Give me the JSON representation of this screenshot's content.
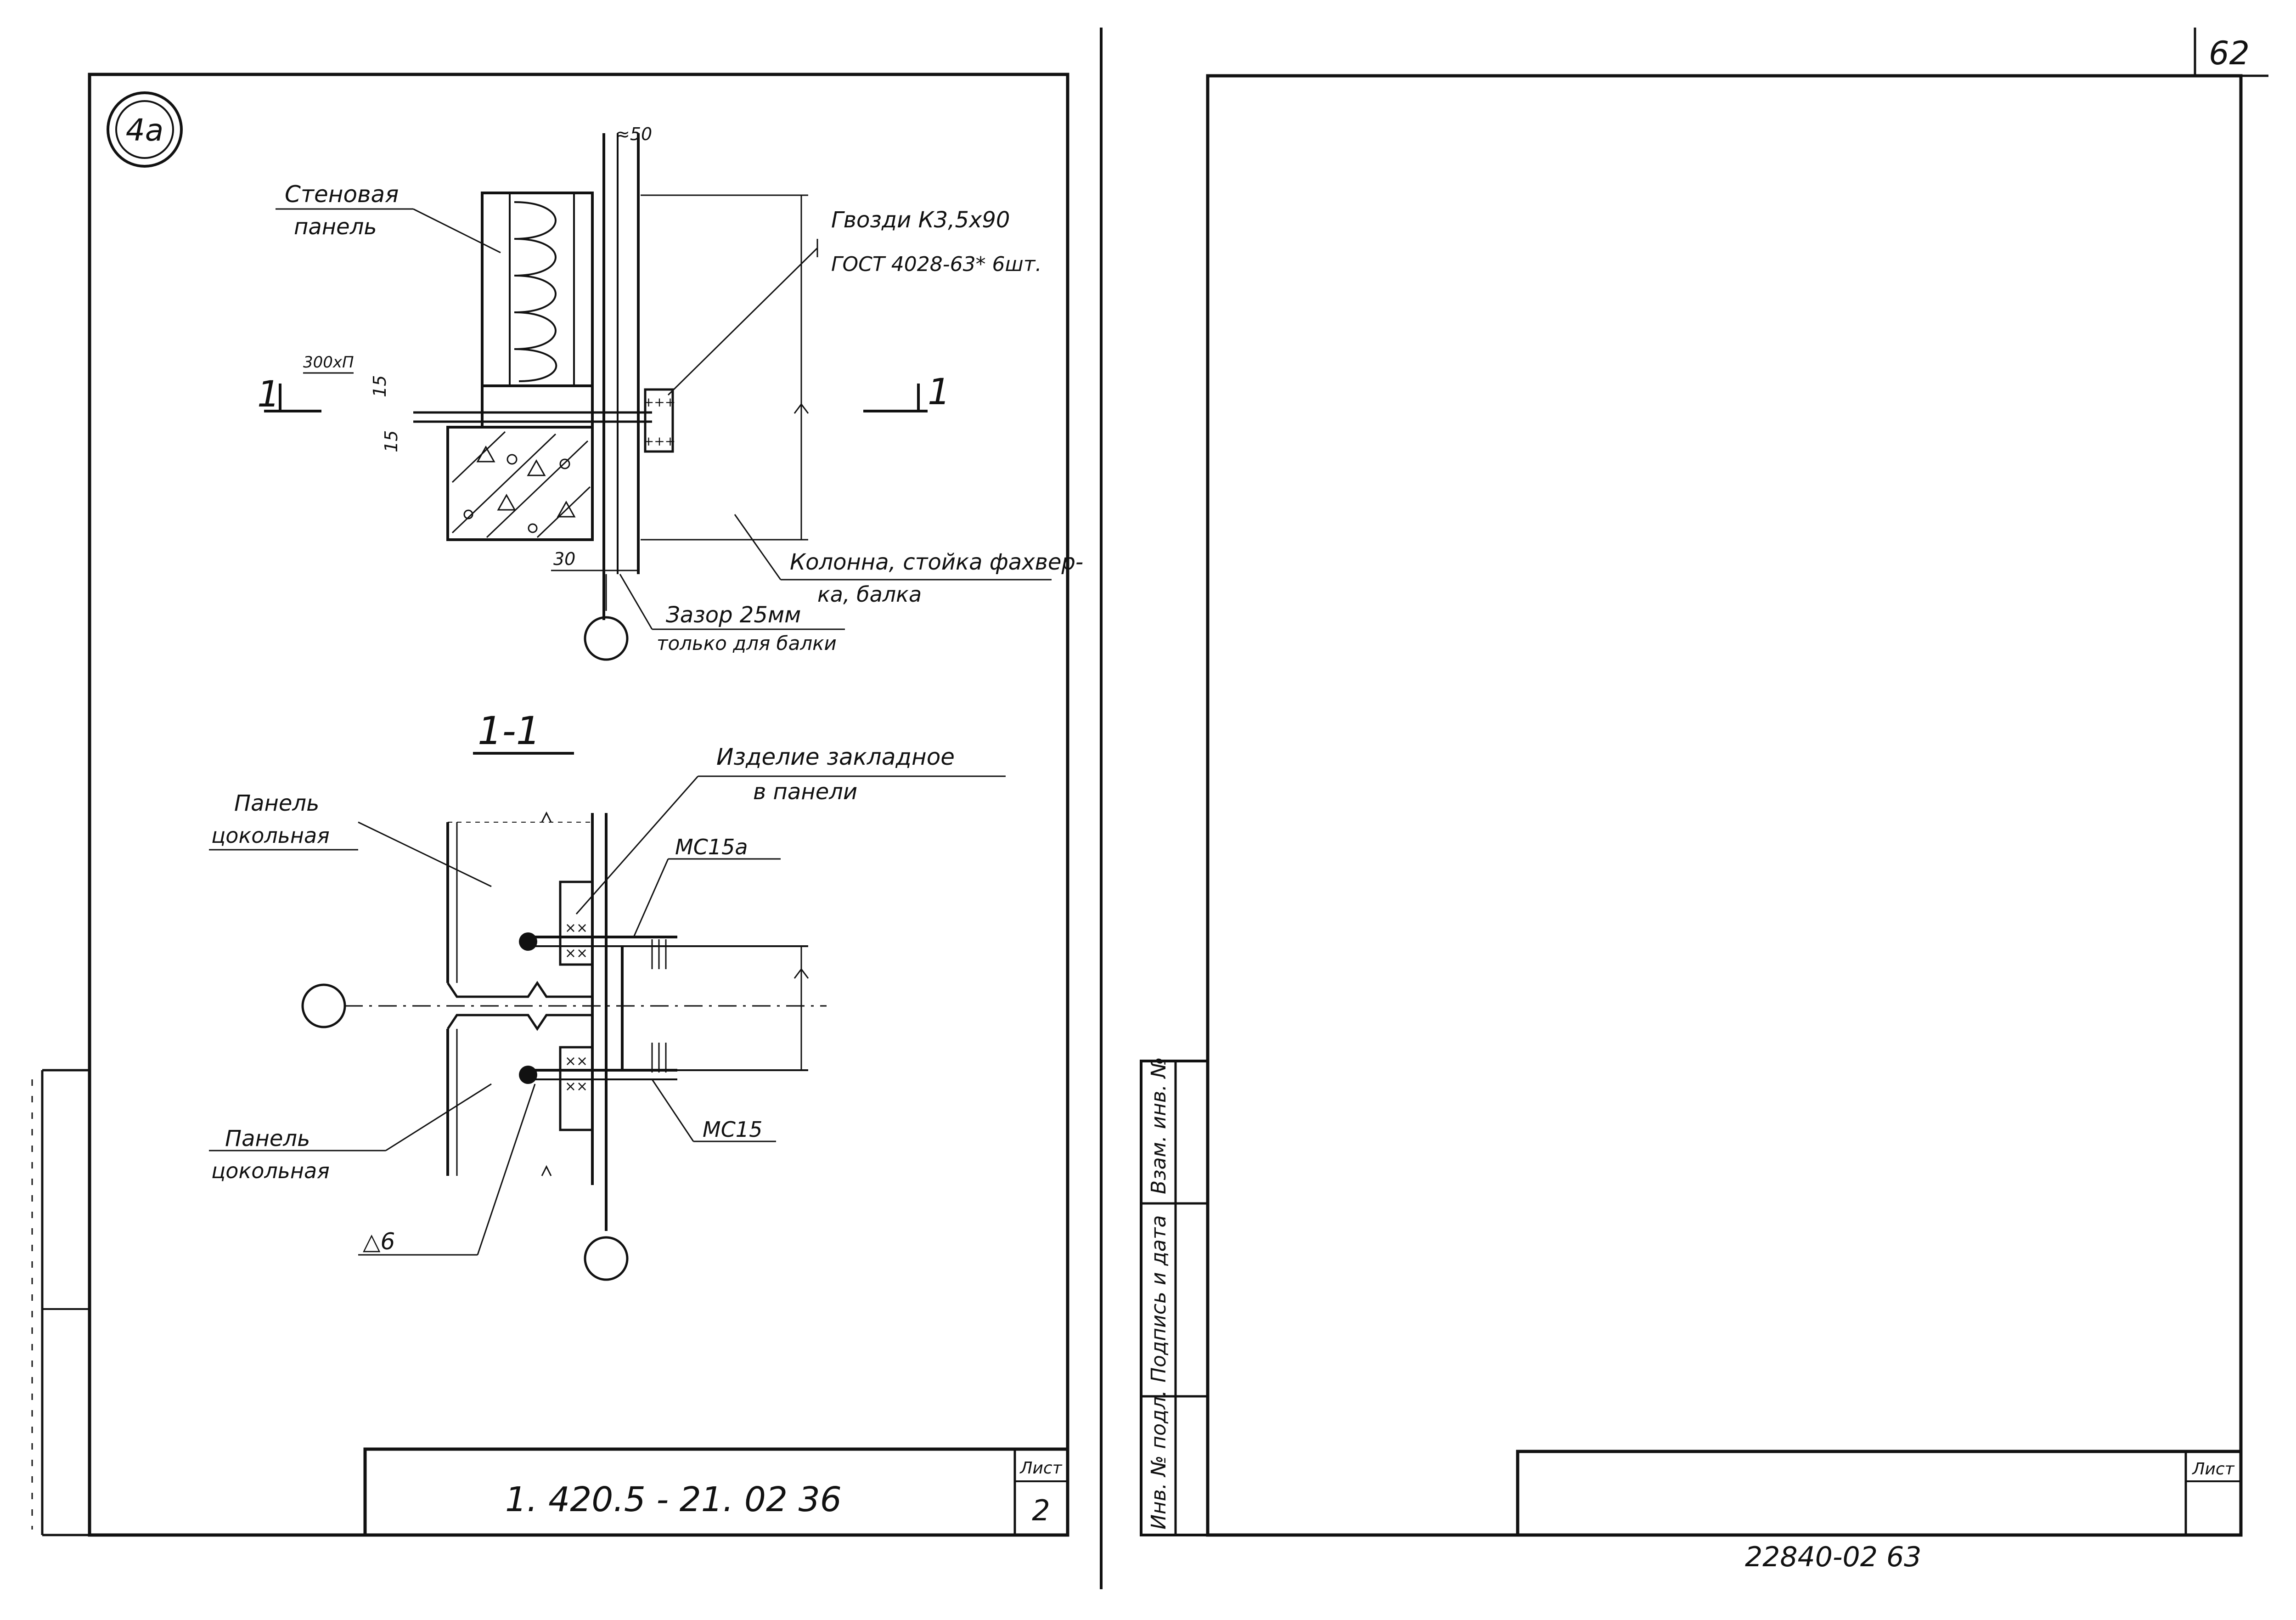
{
  "left_sheet": {
    "detail_marker": "4а",
    "labels": {
      "wall_panel_1": "Стеновая",
      "wall_panel_2": "панель",
      "nails_1": "Гвозди К3,5х90",
      "nails_2": "ГОСТ 4028-63* 6шт.",
      "column_1": "Колонна, стойка фахвер-",
      "column_2": "ка, балка",
      "gap_1": "Зазор 25мм",
      "gap_2": "только для балки",
      "embedded_1": "Изделие закладное",
      "embedded_2": "в панели",
      "plinth_top_1": "Панель",
      "plinth_top_2": "цокольная",
      "plinth_bot_1": "Панель",
      "plinth_bot_2": "цокольная",
      "mc15a": "МС15а",
      "mc15": "МС15",
      "weld": "△6"
    },
    "dims": {
      "d50": "≈50",
      "d300": "300хП",
      "d15a": "15",
      "d15b": "15",
      "d30": "30"
    },
    "section_cut_left": "1",
    "section_cut_right": "1",
    "section_title": "1-1",
    "title_block": {
      "code": "1. 420.5 - 21. 02 36",
      "sheet_label": "Лист",
      "sheet_number": "2"
    }
  },
  "right_sheet": {
    "page_number": "62",
    "side_stamp": {
      "inv_orig": "Инв. № подл.",
      "sign_date": "Подпись и дата",
      "replace_inv": "Взам. инв. №"
    },
    "title_block": {
      "sheet_label": "Лист"
    },
    "bottom_note": "22840-02  63"
  }
}
